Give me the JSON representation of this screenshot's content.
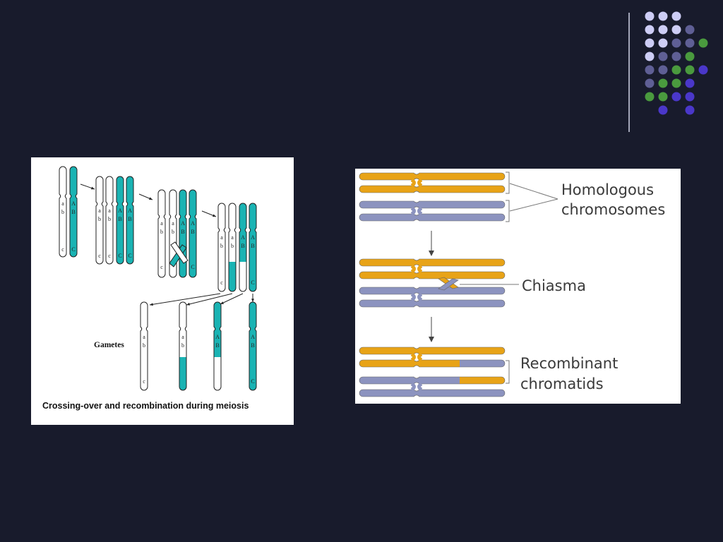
{
  "slide": {
    "background": "#181b2c",
    "dot_colors": {
      "lavender": "#cdcdf5",
      "slate": "#5f5f95",
      "green": "#4a9a3e",
      "violet": "#4a37c9"
    }
  },
  "meiosis_figure": {
    "caption": "Crossing-over and recombination  during meiosis",
    "gametes_label": "Gametes",
    "alleles_lower": [
      "a",
      "b",
      "c"
    ],
    "alleles_upper": [
      "A",
      "B",
      "C"
    ],
    "colors": {
      "maternal": "#ffffff",
      "paternal": "#1ab3b3",
      "outline": "#222222"
    }
  },
  "chiasma_figure": {
    "label_homologous": "Homologous",
    "label_chromosomes": "chromosomes",
    "label_chiasma": "Chiasma",
    "label_recombinant": "Recombinant",
    "label_chromatids": "chromatids",
    "colors": {
      "orange": "#e8a317",
      "blue": "#8c93bf"
    }
  }
}
